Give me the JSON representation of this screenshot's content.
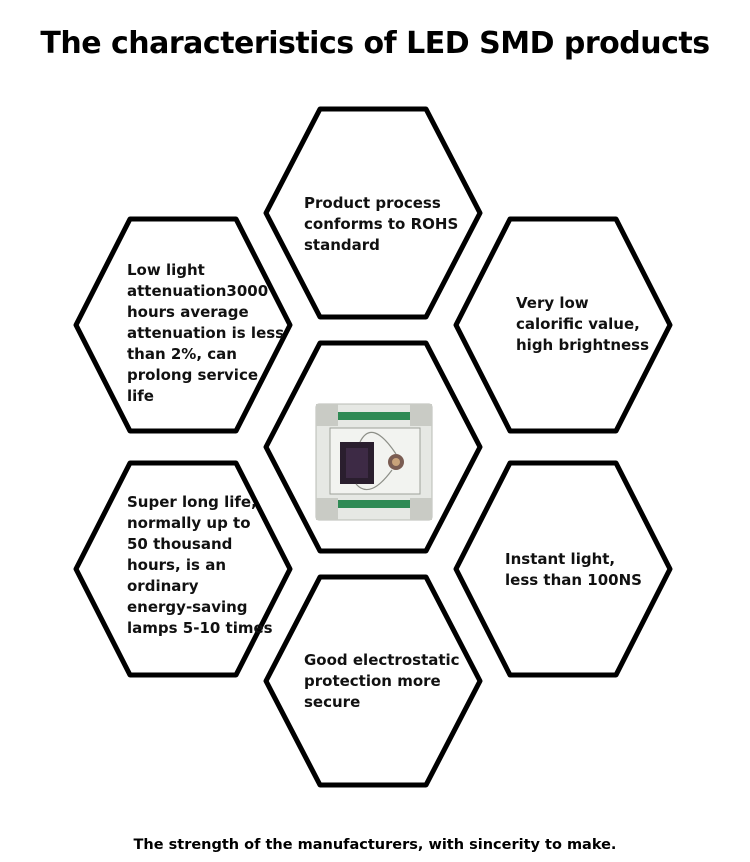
{
  "title": "The characteristics of LED SMD products",
  "footer": "The strength of the manufacturers, with sincerity to make.",
  "center_image": {
    "icon": "smd-led-chip-photo",
    "colors": {
      "body": "#e6e8e4",
      "green_band": "#2f8a55",
      "chip": "#2a1e2e",
      "pad": "#c9cbc5"
    }
  },
  "hexagons": [
    {
      "id": "top",
      "lines": [
        "Product process",
        "conforms to ROHS",
        "standard"
      ]
    },
    {
      "id": "upper-left",
      "lines": [
        "Low light",
        "attenuation3000",
        "hours average",
        "attenuation is less",
        "than 2%, can",
        "prolong service",
        "life"
      ]
    },
    {
      "id": "upper-right",
      "lines": [
        "Very low",
        "calorific value,",
        "high brightness"
      ]
    },
    {
      "id": "lower-left",
      "lines": [
        "Super long life,",
        "normally up to",
        "50 thousand",
        "hours, is an",
        "ordinary",
        "energy-saving",
        "lamps 5-10 times"
      ]
    },
    {
      "id": "lower-right",
      "lines": [
        "Instant light,",
        "less than 100NS"
      ]
    },
    {
      "id": "bottom",
      "lines": [
        "Good electrostatic",
        "protection more",
        "secure"
      ]
    }
  ]
}
